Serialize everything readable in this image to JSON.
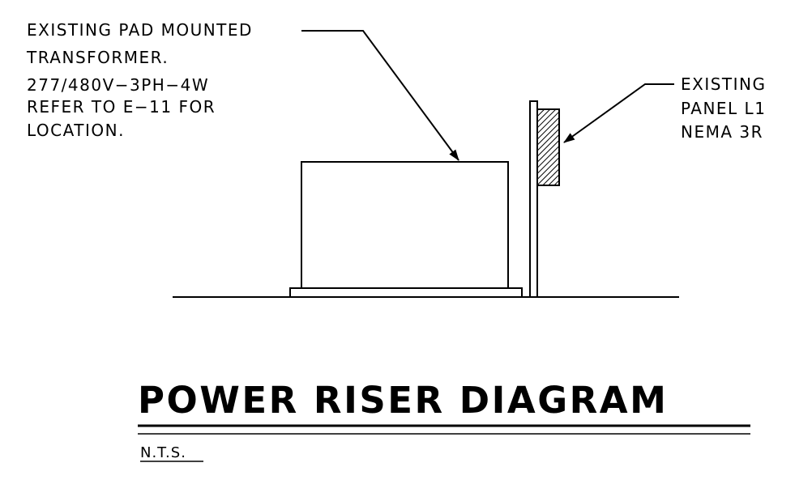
{
  "transformer_note": {
    "lines": [
      "EXISTING PAD MOUNTED",
      "TRANSFORMER.",
      "277/480V−3PH−4W",
      "REFER TO E−11 FOR",
      "LOCATION."
    ]
  },
  "panel_note": {
    "lines": [
      "EXISTING",
      "PANEL L1",
      "NEMA 3R"
    ]
  },
  "title": "POWER RISER DIAGRAM",
  "subtitle": "N.T.S.",
  "colors": {
    "ink": "#000000",
    "background": "#ffffff"
  }
}
